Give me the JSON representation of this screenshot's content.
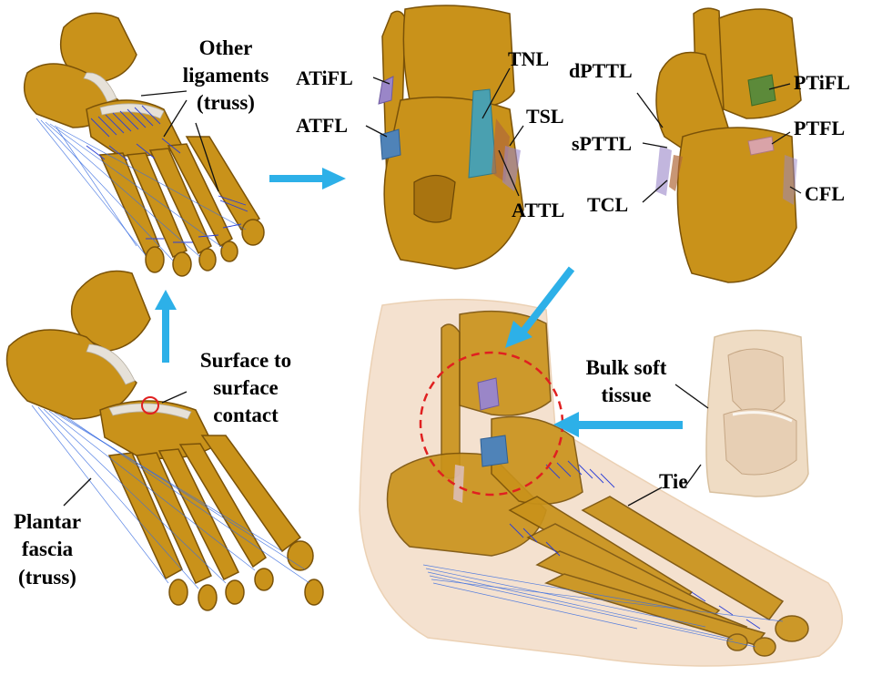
{
  "colors": {
    "bone": "#c9921a",
    "ligament_truss": "#2a3fd8",
    "arrow": "#2db0e8",
    "soft_tissue": "#f3dcc7",
    "contact_marker": "#e02020",
    "highlight_circle": "#e02020",
    "lig_purple": "#9a86c8",
    "lig_blue": "#4f83b8",
    "lig_teal": "#4aa0b0",
    "lig_green": "#5c8a3a",
    "lig_pink": "#d9a3a8"
  },
  "labels": {
    "other_ligaments": [
      "Other",
      "ligaments",
      "(truss)"
    ],
    "surface_contact": [
      "Surface to",
      "surface",
      "contact"
    ],
    "plantar_fascia": [
      "Plantar",
      "fascia",
      "(truss)"
    ],
    "atifl": "ATiFL",
    "atfl": "ATFL",
    "tnl": "TNL",
    "tsl": "TSL",
    "attl": "ATTL",
    "dpttl": "dPTTL",
    "spttl": "sPTTL",
    "tcl": "TCL",
    "ptifl": "PTiFL",
    "ptfl": "PTFL",
    "cfl": "CFL",
    "bulk_soft_tissue": [
      "Bulk soft",
      "tissue"
    ],
    "tie": "Tie"
  }
}
